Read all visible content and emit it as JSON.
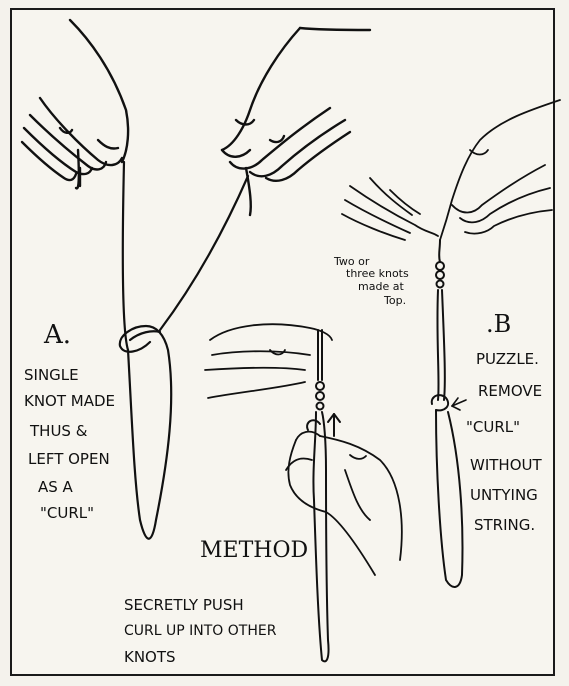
{
  "figure": {
    "panel_a": {
      "letter": "A.",
      "caption_lines": [
        "Single",
        "Knot made",
        "thus &",
        "left open",
        "as a",
        "\"Curl\""
      ]
    },
    "panel_b": {
      "letter": ".B",
      "caption_lines": [
        "Puzzle.",
        "Remove",
        "\"Curl\"",
        "without",
        "untying",
        "string."
      ],
      "note_lines": [
        "Two or",
        "three knots",
        "made at",
        "Top."
      ]
    },
    "method": {
      "heading": "Method",
      "caption_lines": [
        "Secretly Push",
        "curl up into other",
        "knots"
      ]
    }
  },
  "colors": {
    "ink": "#111111",
    "paper": "#f7f5ef"
  },
  "icons": [
    "hand-left-icon",
    "hand-right-icon",
    "hand-b-left-icon",
    "hand-b-right-icon",
    "hand-method-top-icon",
    "hand-method-bottom-icon",
    "arrow-up-icon",
    "arrow-left-icon"
  ]
}
